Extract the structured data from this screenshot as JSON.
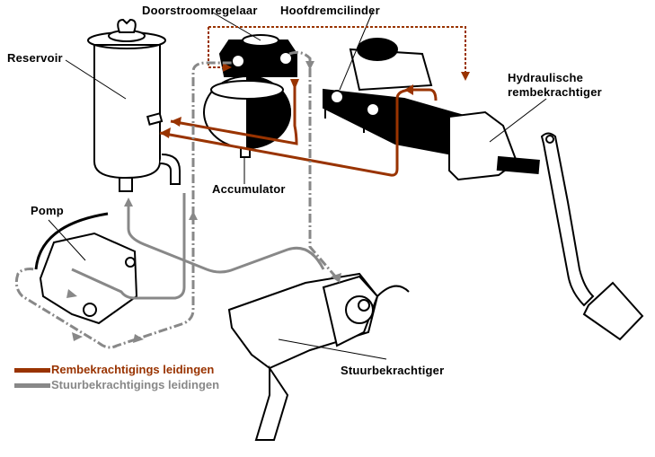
{
  "labels": {
    "reservoir": "Reservoir",
    "flow_regulator": "Doorstroomregelaar",
    "master_cylinder": "Hoofdremcilinder",
    "hydraulic_booster_line1": "Hydraulische",
    "hydraulic_booster_line2": "rembekrachtiger",
    "accumulator": "Accumulator",
    "pump": "Pomp",
    "steering_booster": "Stuurbekrachtiger"
  },
  "legend": [
    {
      "label": "Rembekrachtigings leidingen",
      "color": "#993300"
    },
    {
      "label": "Stuurbekrachtigings leidingen",
      "color": "#888888"
    }
  ],
  "colors": {
    "brake_line": "#993300",
    "steering_line": "#888888",
    "outline": "#000000"
  }
}
